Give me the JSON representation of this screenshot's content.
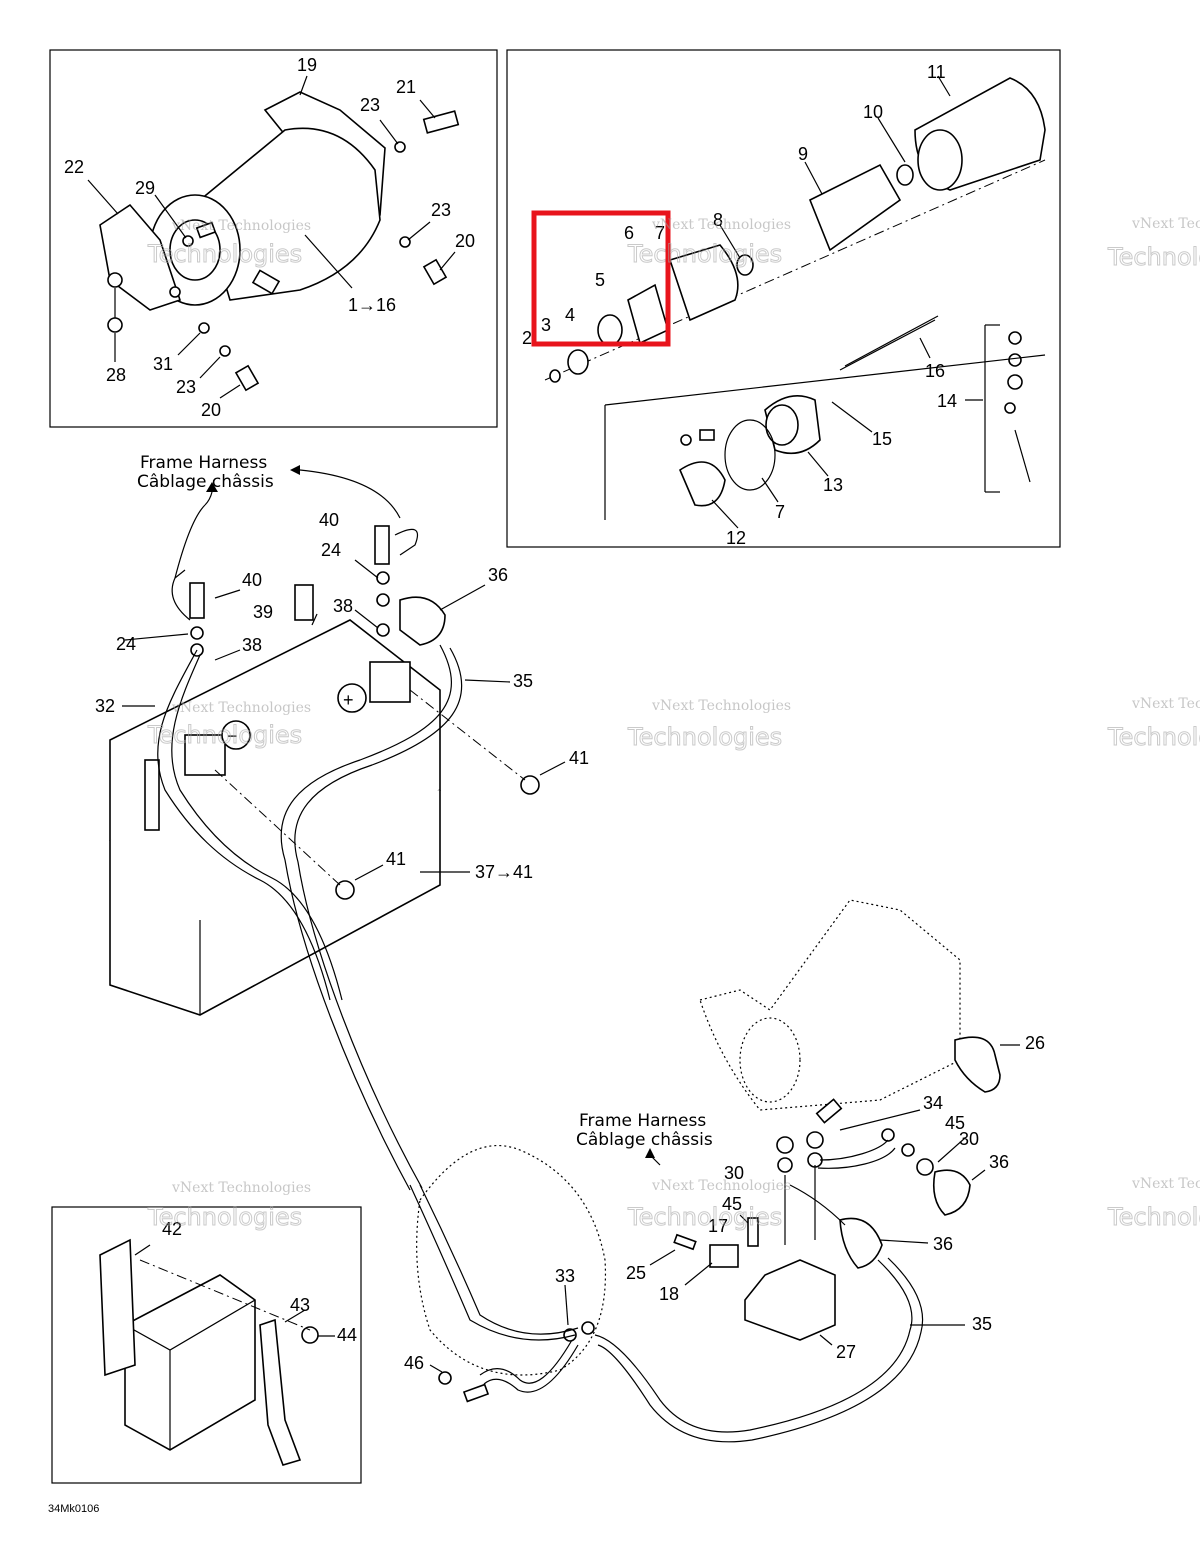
{
  "drawing_code": "34Mk0106",
  "harness_label": {
    "line1": "Frame Harness",
    "line2": "Câblage châssis"
  },
  "highlight_color": "#e8141c",
  "watermark": {
    "line1": "vNext Technologies",
    "line2": "Technologies"
  },
  "callouts": {
    "p1_16": "1→16",
    "p2": "2",
    "p3": "3",
    "p4": "4",
    "p5": "5",
    "p6": "6",
    "p7a": "7",
    "p7b": "7",
    "p8": "8",
    "p9": "9",
    "p10": "10",
    "p11": "11",
    "p12": "12",
    "p13": "13",
    "p14": "14",
    "p15": "15",
    "p16": "16",
    "p17": "17",
    "p18": "18",
    "p19": "19",
    "p20a": "20",
    "p20b": "20",
    "p21": "21",
    "p22": "22",
    "p23a": "23",
    "p23b": "23",
    "p23c": "23",
    "p24a": "24",
    "p24b": "24",
    "p25": "25",
    "p26": "26",
    "p27": "27",
    "p28": "28",
    "p29": "29",
    "p30a": "30",
    "p30b": "30",
    "p31": "31",
    "p32": "32",
    "p33": "33",
    "p34": "34",
    "p35a": "35",
    "p35b": "35",
    "p36a": "36",
    "p36b": "36",
    "p36c": "36",
    "p37_41": "37→41",
    "p38a": "38",
    "p38b": "38",
    "p39": "39",
    "p40a": "40",
    "p40b": "40",
    "p41a": "41",
    "p41b": "41",
    "p42": "42",
    "p43": "43",
    "p44": "44",
    "p45a": "45",
    "p45b": "45",
    "p46": "46"
  },
  "terminals": {
    "positive": "+",
    "negative": "−"
  }
}
